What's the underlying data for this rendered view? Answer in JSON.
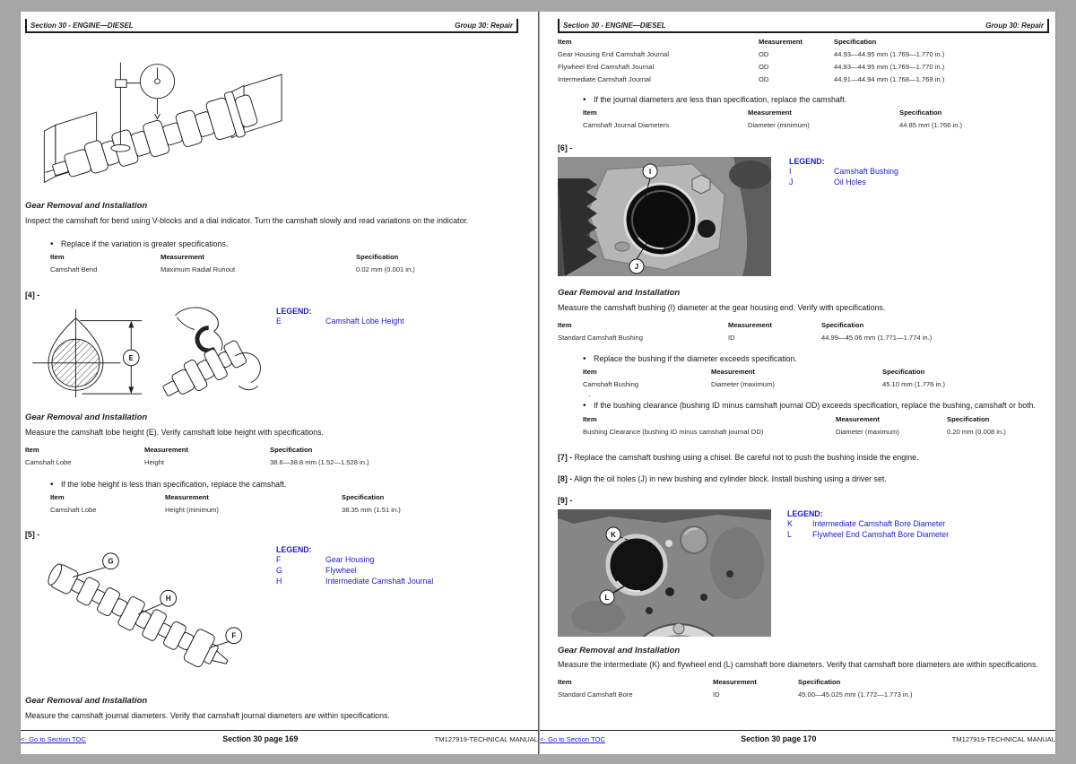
{
  "colors": {
    "frame_bg": "#a6a6a6",
    "page_bg": "#ffffff",
    "accent_blue": "#1c1ccd",
    "link_blue": "#1c1ccd",
    "header_rule": "#1a1a1a"
  },
  "shared": {
    "header_left": "Section 30 - ENGINE—DIESEL",
    "header_right": "Group 30: Repair",
    "section_heading": "Gear Removal and Installation",
    "legend_title": "LEGEND:",
    "th": {
      "item": "Item",
      "meas": "Measurement",
      "spec": "Specification"
    },
    "toc_link": "<- Go to Section TOC",
    "manual_label": "TM127919-TECHNICAL MANUAL"
  },
  "left": {
    "p1": "Inspect the camshaft for bend using V-blocks and a dial indicator. Turn the camshaft slowly and read variations on the indicator.",
    "bullet1": "Replace if the variation is greater specifications.",
    "t1": {
      "rows": [
        [
          "Camshaft Bend",
          "Maximum Radial Runout",
          "0.02 mm (0.001 in.)"
        ]
      ]
    },
    "step4": "[4] -",
    "fig4": {
      "callout": "E",
      "legend": [
        {
          "k": "E",
          "v": "Camshaft Lobe Height"
        }
      ]
    },
    "p2": "Measure the camshaft lobe height (E). Verify camshaft lobe height with specifications.",
    "t2": {
      "rows": [
        [
          "Camshaft Lobe",
          "Height",
          "38.6—38.8 mm (1.52—1.528 in.)"
        ]
      ]
    },
    "bullet2": "If the lobe height is less than specification, replace the camshaft.",
    "t3": {
      "rows": [
        [
          "Camshaft Lobe",
          "Height (minimum)",
          "38.35 mm (1.51 in.)"
        ]
      ]
    },
    "step5": "[5] -",
    "fig5": {
      "callouts": [
        "G",
        "H",
        "F"
      ],
      "legend": [
        {
          "k": "F",
          "v": "Gear Housing"
        },
        {
          "k": "G",
          "v": "Flywheel"
        },
        {
          "k": "H",
          "v": "Intermediate Camshaft Journal"
        }
      ]
    },
    "p3": "Measure the camshaft journal diameters. Verify that camshaft journal diameters are within specifications.",
    "footer_page": "Section 30 page 169"
  },
  "right": {
    "t1": {
      "rows": [
        [
          "Gear Housing End Camshaft Journal",
          "OD",
          "44.93—44.95 mm (1.769—1.770 in.)"
        ],
        [
          "Flywheel End Camshaft Journal",
          "OD",
          "44.93—44.95 mm (1.769—1.770 in.)"
        ],
        [
          "Intermediate Camshaft Journal",
          "OD",
          "44.91—44.94 mm (1.768—1.769 in.)"
        ]
      ]
    },
    "bullet1": "If the journal diameters are less than specification, replace the camshaft.",
    "t2": {
      "rows": [
        [
          "Camshaft Journal Diameters",
          "Diameter (minimum)",
          "44.85 mm (1.766 in.)"
        ]
      ]
    },
    "step6": "[6] -",
    "fig6": {
      "callouts": [
        "I",
        "J"
      ],
      "legend": [
        {
          "k": "I",
          "v": "Camshaft Bushing"
        },
        {
          "k": "J",
          "v": "Oil Holes"
        }
      ]
    },
    "p1": "Measure the camshaft bushing (I) diameter at the gear housing end. Verify with specifications.",
    "t3": {
      "rows": [
        [
          "Standard Camshaft Bushing",
          "ID",
          "44.99—45.06 mm (1.771—1.774 in.)"
        ]
      ]
    },
    "bullet2": "Replace the bushing if the diameter exceeds specification.",
    "t4": {
      "rows": [
        [
          "Camshaft Bushing",
          "Diameter (maximum)",
          "45.10 mm (1.776 in.)"
        ]
      ]
    },
    "dot": ".",
    "bullet3": "If the bushing clearance (bushing ID minus camshaft journal OD) exceeds specification, replace the bushing, camshaft or both.",
    "t5": {
      "rows": [
        [
          "Bushing Clearance (bushing ID minus camshaft journal OD)",
          "Diameter (maximum)",
          "0.20 mm (0.008 in.)"
        ]
      ]
    },
    "step7": {
      "label": "[7] -",
      "text": "Replace the camshaft bushing using a chisel. Be careful not to push the bushing inside the engine."
    },
    "step8": {
      "label": "[8] -",
      "text": "Align the oil holes (J) in new bushing and cylinder block. Install bushing using a driver set."
    },
    "step9": "[9] -",
    "fig9": {
      "callouts": [
        "K",
        "L"
      ],
      "legend": [
        {
          "k": "K",
          "v": "Intermediate Camshaft Bore Diameter"
        },
        {
          "k": "L",
          "v": "Flywheel End Camshaft Bore Diameter"
        }
      ]
    },
    "p2": "Measure the intermediate (K) and flywheel end (L) camshaft bore diameters. Verify that camshaft bore diameters are within specifications.",
    "t6": {
      "rows": [
        [
          "Standard Camshaft Bore",
          "ID",
          "45.00—45.025 mm (1.772—1.773 in.)"
        ]
      ]
    },
    "footer_page": "Section 30 page 170"
  }
}
